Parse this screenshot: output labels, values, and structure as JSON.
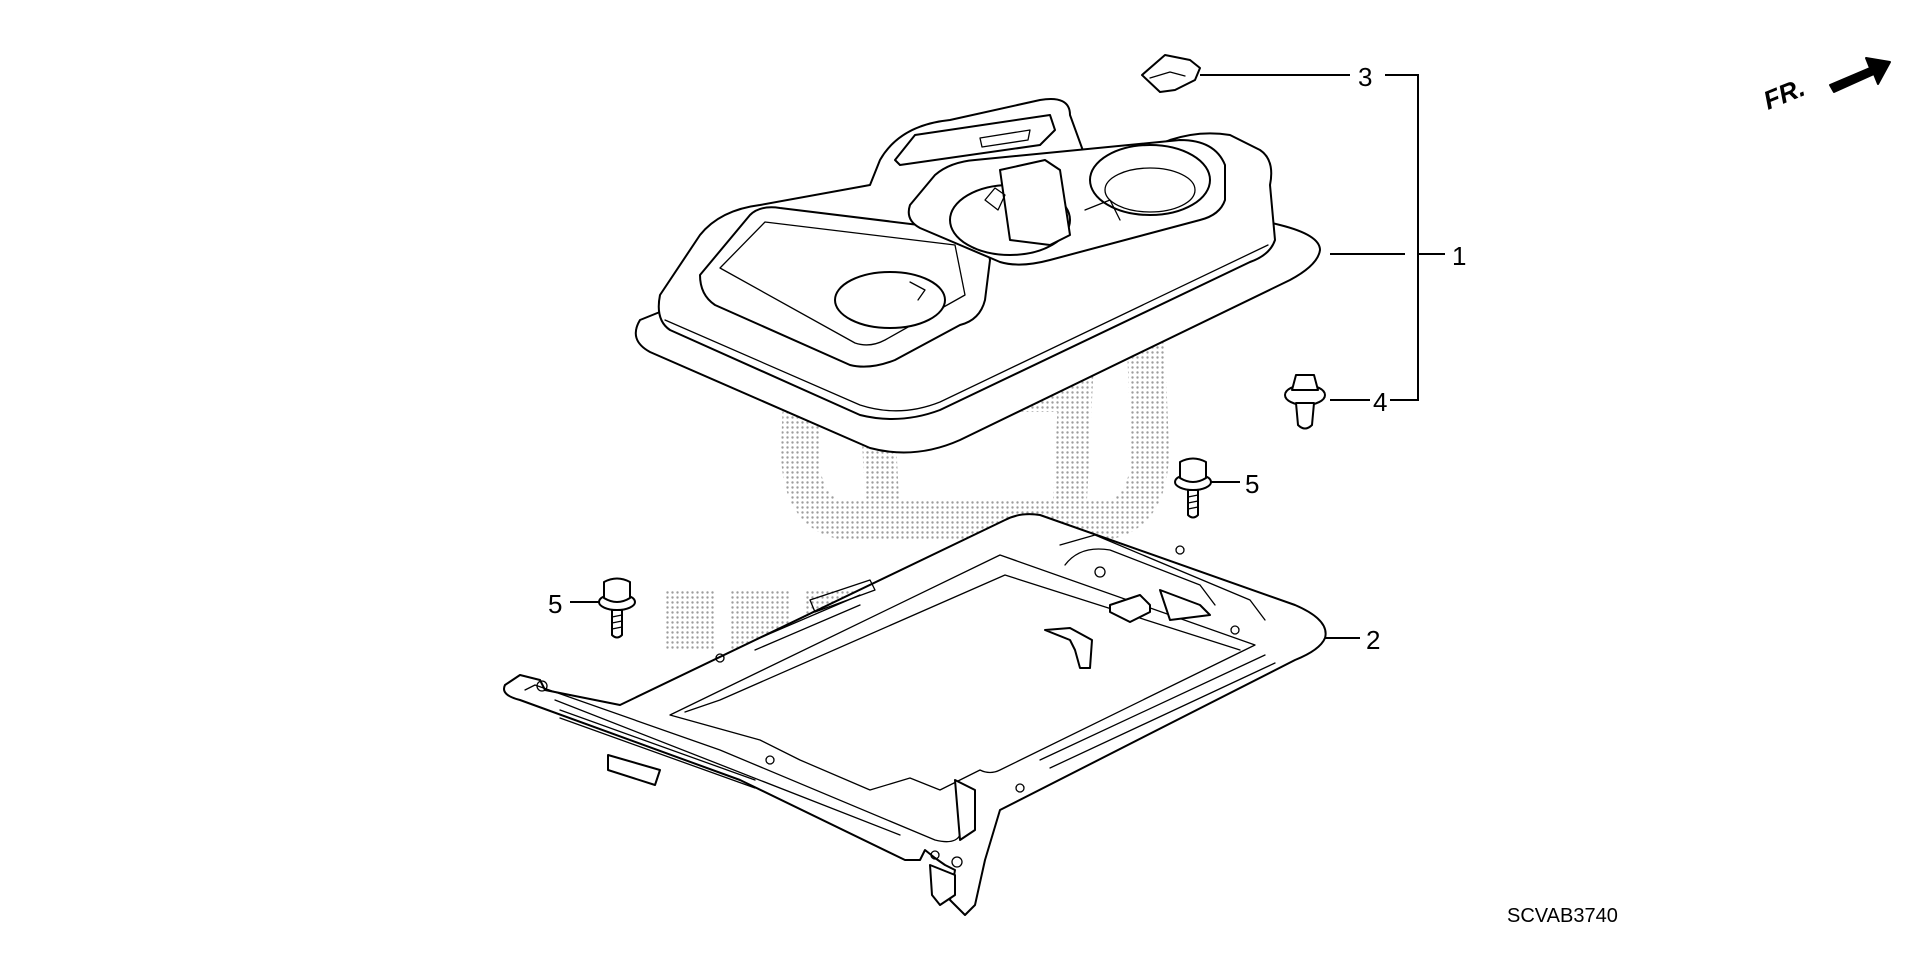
{
  "callouts": {
    "part1": "1",
    "part2": "2",
    "part3": "3",
    "part4": "4",
    "part5a": "5",
    "part5b": "5"
  },
  "direction_label": "FR.",
  "diagram_code": "SCVAB3740",
  "watermark": {
    "brand": "HONDA",
    "icon": "honda-logo-icon"
  },
  "colors": {
    "line": "#000000",
    "background": "#ffffff",
    "watermark": "#999999"
  }
}
